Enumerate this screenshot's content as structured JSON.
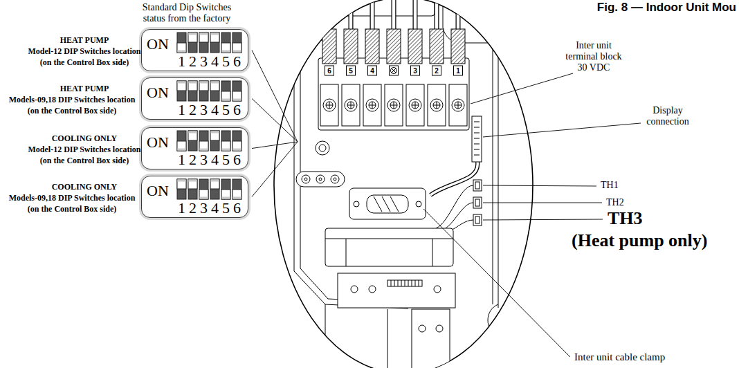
{
  "diagram": {
    "title": "Fig. 8 — Indoor Unit Mou",
    "nodes": [
      {
        "text": [
          "ON",
          "123456"
        ]
      },
      {
        "text": [
          "ON",
          "123456"
        ]
      },
      {
        "text": [
          "ON",
          "123456"
        ]
      },
      {
        "text": [
          "ON",
          "123456"
        ]
      }
    ],
    "labels": [
      "Standard Dip Switches status from the factory",
      "HEAT PUMP",
      "Model-12 DIP Switches location (on the Control Box side)",
      "HEAT PUMP",
      "Models-09,18 DIP Switches location (on the Control Box side)",
      "COOLING ONLY",
      "Model-12 DIP Switches location (on the Control Box side)",
      "COOLING ONLY",
      "Models-09,18 DIP Switches location (on the Control Box side)",
      "6",
      "5",
      "4",
      "3",
      "2",
      "1",
      "Inter unit terminal block 30 VDC",
      "Display connection",
      "TH1",
      "TH2",
      "TH3",
      "(Heat pump only)",
      "Inter unit cable clamp"
    ]
  }
}
